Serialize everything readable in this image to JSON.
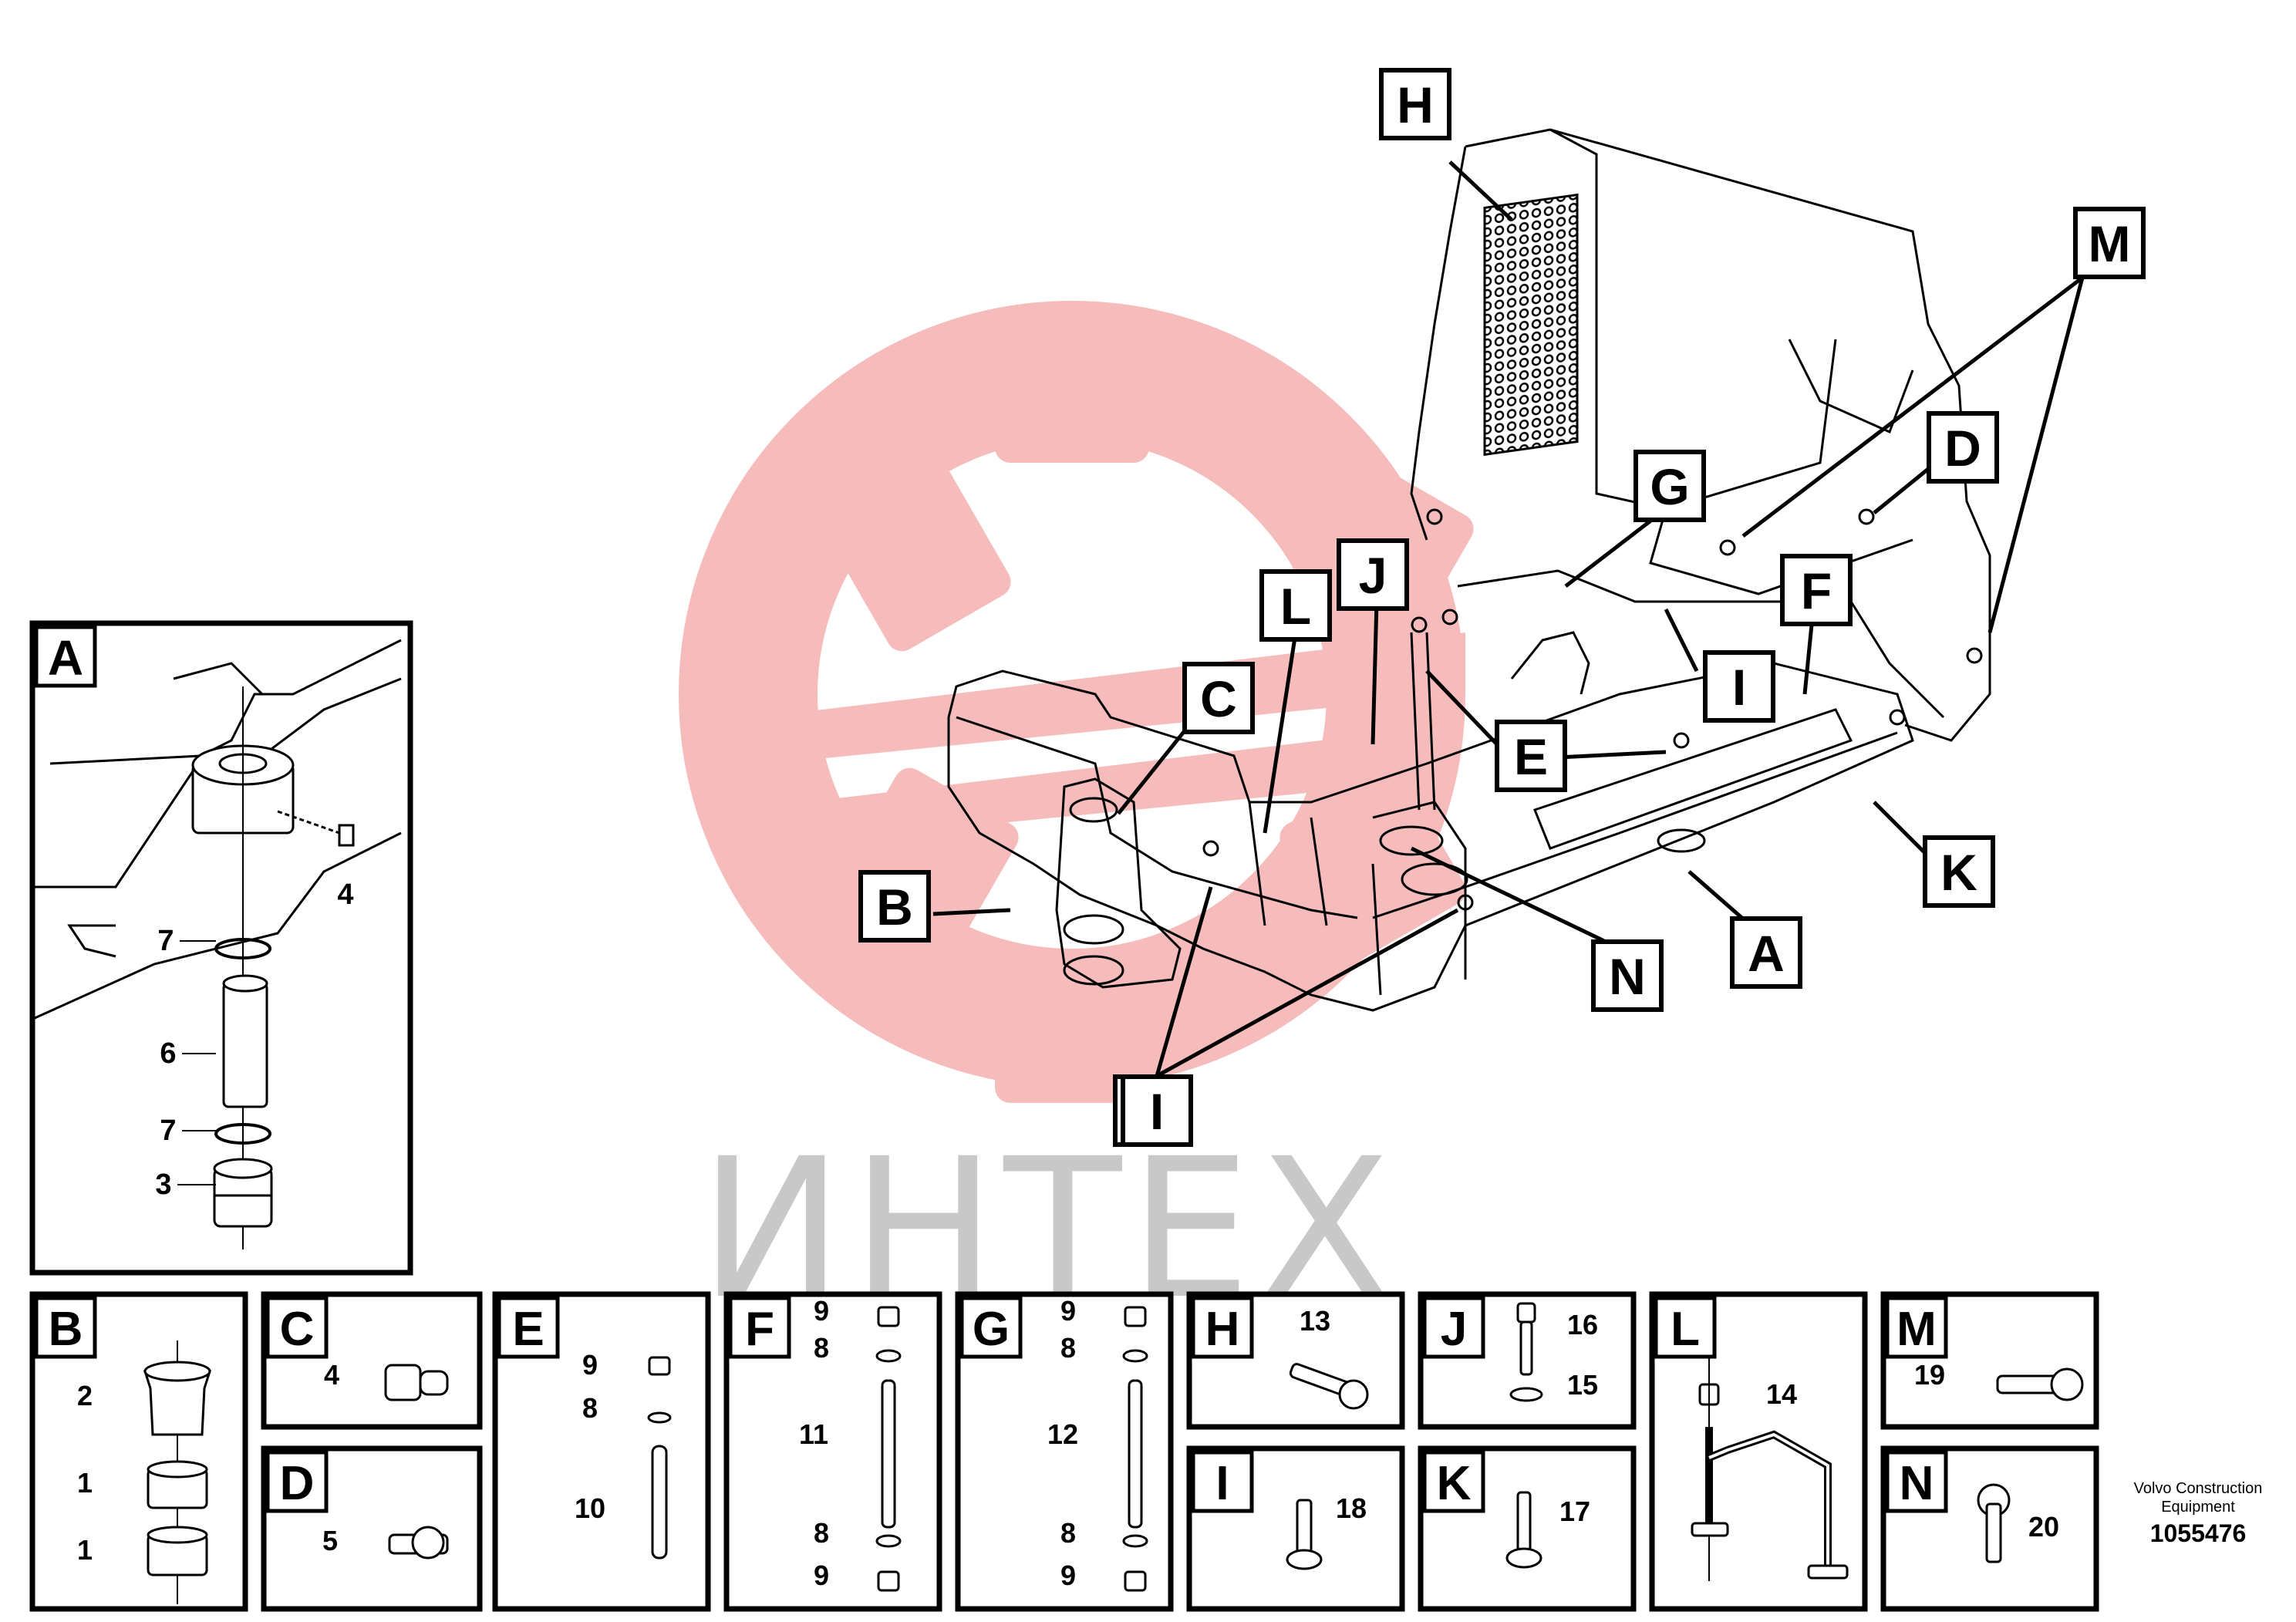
{
  "watermark": {
    "text": "ИНТЕХ",
    "color": "#f2a0a0",
    "text_color": "#c8c8c8"
  },
  "main_callouts": [
    "H",
    "M",
    "G",
    "D",
    "J",
    "L",
    "F",
    "C",
    "I",
    "E",
    "I",
    "B",
    "N",
    "A",
    "K",
    "I"
  ],
  "detail_A": {
    "letter": "A",
    "items": [
      "4",
      "7",
      "6",
      "7",
      "3"
    ]
  },
  "panels": [
    {
      "letter": "B",
      "items": [
        "2",
        "1",
        "1"
      ]
    },
    {
      "letter": "C",
      "items": [
        "4"
      ]
    },
    {
      "letter": "D",
      "items": [
        "5"
      ]
    },
    {
      "letter": "E",
      "items": [
        "9",
        "8",
        "10"
      ]
    },
    {
      "letter": "F",
      "items": [
        "9",
        "8",
        "11",
        "8",
        "9"
      ]
    },
    {
      "letter": "G",
      "items": [
        "9",
        "8",
        "12",
        "8",
        "9"
      ]
    },
    {
      "letter": "H",
      "items": [
        "13"
      ]
    },
    {
      "letter": "I",
      "items": [
        "18"
      ]
    },
    {
      "letter": "J",
      "items": [
        "16",
        "15"
      ]
    },
    {
      "letter": "K",
      "items": [
        "17"
      ]
    },
    {
      "letter": "L",
      "items": [
        "14"
      ]
    },
    {
      "letter": "M",
      "items": [
        "19"
      ]
    },
    {
      "letter": "N",
      "items": [
        "20"
      ]
    }
  ],
  "footer": {
    "line1": "Volvo Construction",
    "line2": "Equipment",
    "ref": "1055476"
  }
}
